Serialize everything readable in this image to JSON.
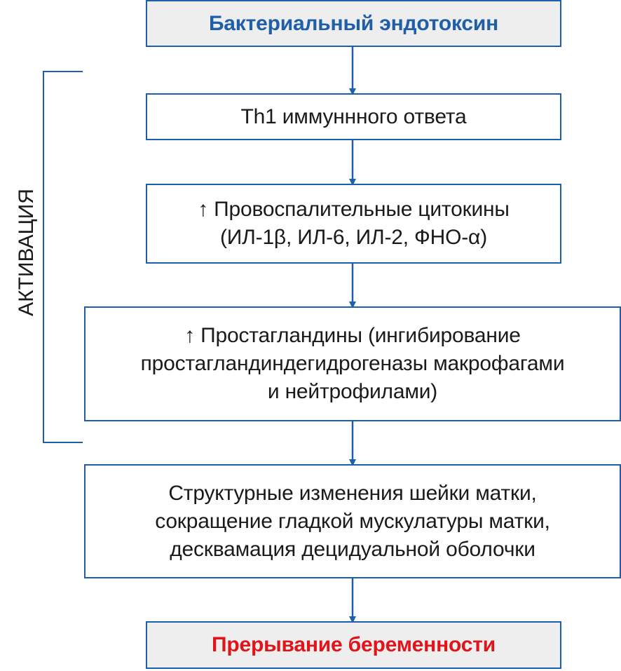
{
  "colors": {
    "border": "#1f5ea8",
    "arrow": "#1f5ea8",
    "title_blue": "#1f5ea8",
    "title_red": "#e0151b",
    "shaded_fill": "#eeeeee"
  },
  "nodes": [
    {
      "id": "endotoxin",
      "text": "Бактериальный эндотоксин"
    },
    {
      "id": "th1",
      "text": "Th1 иммуннного ответа"
    },
    {
      "id": "cytokines",
      "text": "↑ Провоспалительные цитокины\n(ИЛ-1β, ИЛ-6, ИЛ-2, ФНО-α)"
    },
    {
      "id": "prostaglandins",
      "text": "↑ Простагландины (ингибирование\nпростагландиндегидрогеназы макрофагами\nи нейтрофилами)"
    },
    {
      "id": "structural",
      "text": "Структурные изменения шейки матки,\nсокращение гладкой мускулатуры матки,\nдесквамация децидуальной оболочки"
    },
    {
      "id": "termination",
      "text": "Прерывание беременности"
    }
  ],
  "edges": [
    {
      "from": "endotoxin",
      "to": "th1"
    },
    {
      "from": "th1",
      "to": "cytokines"
    },
    {
      "from": "cytokines",
      "to": "prostaglandins"
    },
    {
      "from": "prostaglandins",
      "to": "structural"
    },
    {
      "from": "structural",
      "to": "termination"
    }
  ],
  "bracket": {
    "label": "АКТИВАЦИЯ",
    "spans": [
      "th1",
      "prostaglandins"
    ]
  }
}
